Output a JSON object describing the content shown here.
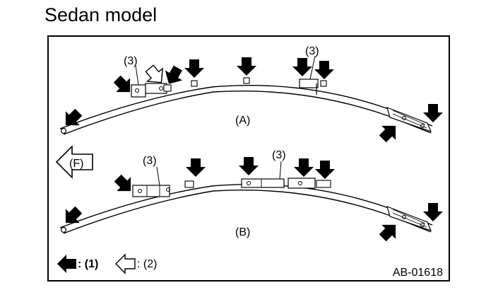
{
  "title": "Sedan model",
  "labels": {
    "callout_3": "(3)",
    "upper_assembly": "(A)",
    "lower_assembly": "(B)",
    "front_direction": "(F)",
    "legend_solid": ": (1)",
    "legend_outline": ": (2)",
    "figure_code": "AB-01618"
  },
  "colors": {
    "ink": "#000000",
    "background": "#ffffff"
  },
  "icons": {
    "solid_arrow": "solid-arrow-icon",
    "outline_arrow": "outline-arrow-icon",
    "front_arrow": "front-direction-arrow-icon"
  }
}
